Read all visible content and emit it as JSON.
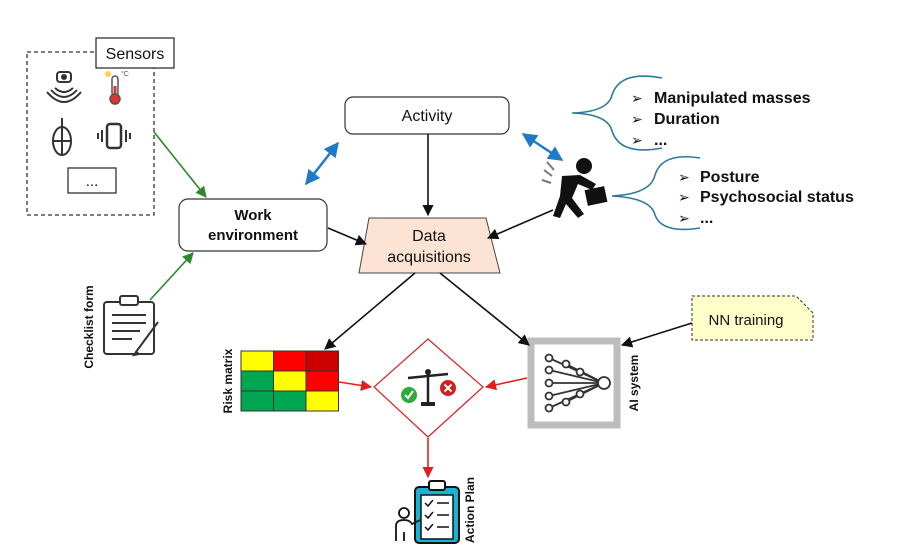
{
  "sensors": {
    "label": "Sensors",
    "more": "..."
  },
  "activity": {
    "label": "Activity",
    "bullets": [
      "Manipulated masses",
      "Duration",
      "..."
    ]
  },
  "worker": {
    "bullets": [
      "Posture",
      "Psychosocial status",
      "..."
    ]
  },
  "work_environment": {
    "line1": "Work",
    "line2": "environment"
  },
  "data_acquisitions": {
    "line1": "Data",
    "line2": "acquisitions"
  },
  "checklist": {
    "label": "Checklist form"
  },
  "risk_matrix": {
    "label": "Risk matrix",
    "cells": [
      [
        "#ffff00",
        "#ff0000",
        "#cc0000"
      ],
      [
        "#00a651",
        "#ffff00",
        "#ff0000"
      ],
      [
        "#00a651",
        "#00a651",
        "#ffff00"
      ]
    ]
  },
  "ai_system": {
    "label": "AI system"
  },
  "nn_training": {
    "label": "NN training"
  },
  "action_plan": {
    "label": "Action Plan"
  },
  "bullet_glyph": "➢",
  "colors": {
    "green_arrow": "#2a8a2a",
    "blue_arrow": "#1f7ac8",
    "red_arrow": "#e02020",
    "data_box_fill": "#fde3d4",
    "nn_note_fill": "#ffffcc",
    "diamond_stroke": "#e02020"
  }
}
